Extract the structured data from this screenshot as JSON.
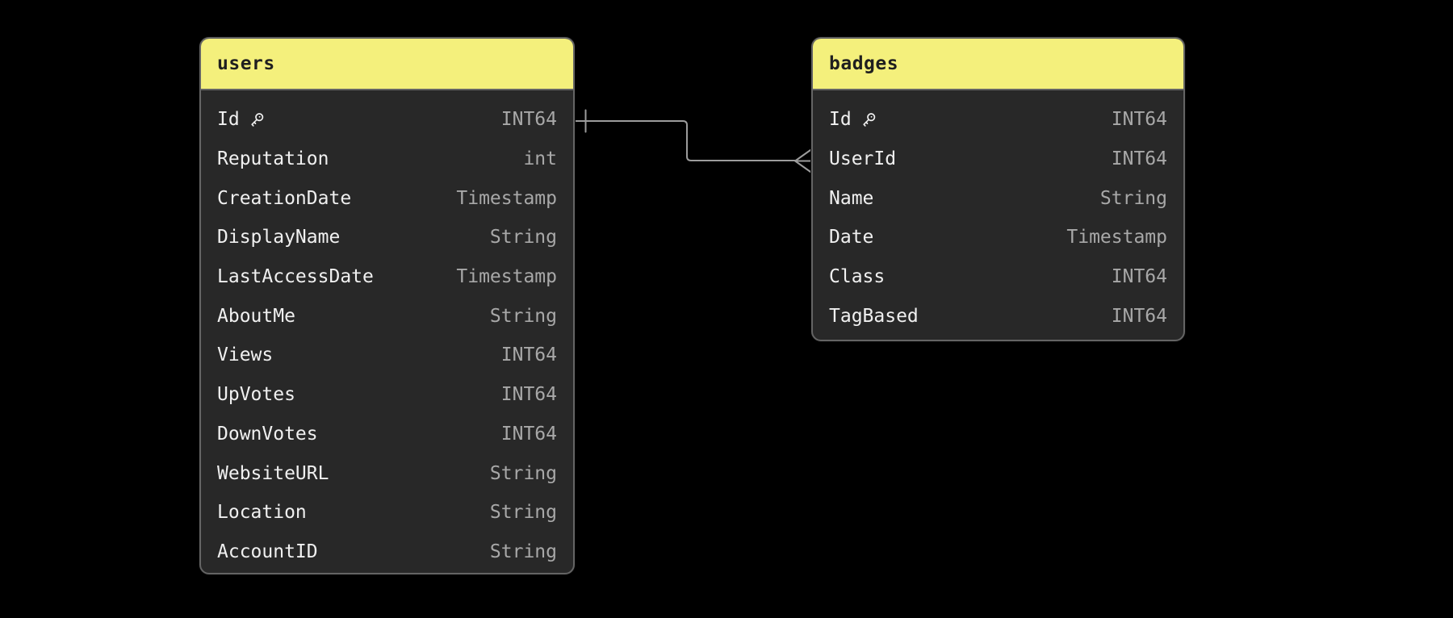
{
  "diagram": {
    "type": "entity-relationship",
    "background_color": "#000000",
    "colors": {
      "entity_header": "#f4f07c",
      "entity_body": "#282828",
      "entity_border": "#646464",
      "header_text": "#1f1f1f",
      "field_name_text": "#f0f0f0",
      "field_type_text": "#a8a8a8",
      "connector_line": "#9c9c9c"
    },
    "entities": [
      {
        "name": "users",
        "fields": [
          {
            "name": "Id",
            "type": "INT64",
            "primary_key": true
          },
          {
            "name": "Reputation",
            "type": "int",
            "primary_key": false
          },
          {
            "name": "CreationDate",
            "type": "Timestamp",
            "primary_key": false
          },
          {
            "name": "DisplayName",
            "type": "String",
            "primary_key": false
          },
          {
            "name": "LastAccessDate",
            "type": "Timestamp",
            "primary_key": false
          },
          {
            "name": "AboutMe",
            "type": "String",
            "primary_key": false
          },
          {
            "name": "Views",
            "type": "INT64",
            "primary_key": false
          },
          {
            "name": "UpVotes",
            "type": "INT64",
            "primary_key": false
          },
          {
            "name": "DownVotes",
            "type": "INT64",
            "primary_key": false
          },
          {
            "name": "WebsiteURL",
            "type": "String",
            "primary_key": false
          },
          {
            "name": "Location",
            "type": "String",
            "primary_key": false
          },
          {
            "name": "AccountID",
            "type": "String",
            "primary_key": false
          }
        ]
      },
      {
        "name": "badges",
        "fields": [
          {
            "name": "Id",
            "type": "INT64",
            "primary_key": true
          },
          {
            "name": "UserId",
            "type": "INT64",
            "primary_key": false
          },
          {
            "name": "Name",
            "type": "String",
            "primary_key": false
          },
          {
            "name": "Date",
            "type": "Timestamp",
            "primary_key": false
          },
          {
            "name": "Class",
            "type": "INT64",
            "primary_key": false
          },
          {
            "name": "TagBased",
            "type": "INT64",
            "primary_key": false
          }
        ]
      }
    ],
    "relationship": {
      "from_entity": "users",
      "from_field": "Id",
      "to_entity": "badges",
      "to_field": "UserId",
      "from_cardinality": "one",
      "to_cardinality": "many"
    }
  }
}
